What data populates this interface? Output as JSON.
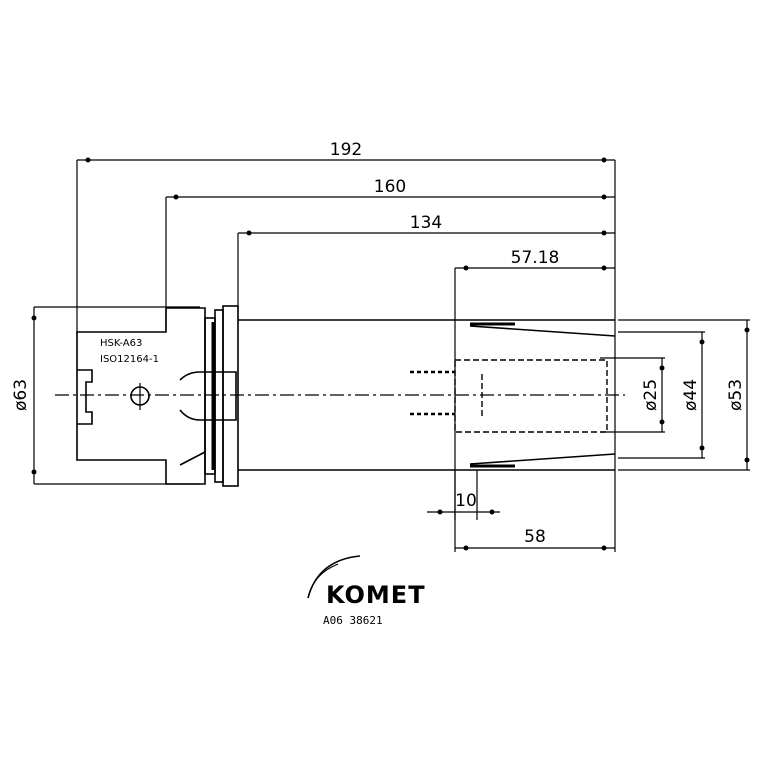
{
  "dimensions": {
    "overall_length": "192",
    "flange_to_end": "160",
    "collar_to_end": "134",
    "bore_depth": "57.18",
    "bore_small_depth": "58",
    "small_offset": "10",
    "d_flange": "ø63",
    "d_bore": "ø25",
    "d_inner": "ø44",
    "d_outer": "ø53"
  },
  "labels": {
    "interface_line1": "HSK-A63",
    "interface_line2": "ISO12164-1"
  },
  "logo": {
    "brand": "KOMET",
    "part_code": "A06 38621"
  }
}
